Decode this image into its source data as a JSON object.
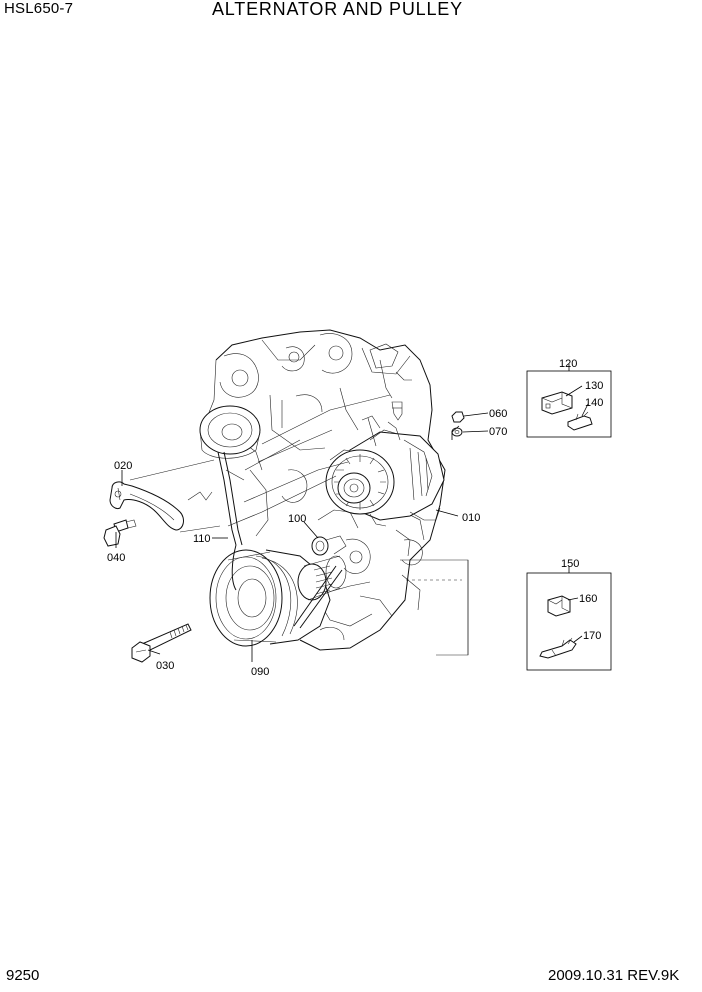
{
  "header": {
    "model": "HSL650-7",
    "title": "ALTERNATOR AND PULLEY"
  },
  "footer": {
    "page_number": "9250",
    "revision": "2009.10.31  REV.9K"
  },
  "callouts": {
    "p010": "010",
    "p020": "020",
    "p030": "030",
    "p040": "040",
    "p060": "060",
    "p070": "070",
    "p090": "090",
    "p100": "100",
    "p110": "110",
    "p120": "120",
    "p130": "130",
    "p140": "140",
    "p150": "150",
    "p160": "160",
    "p170": "170"
  }
}
